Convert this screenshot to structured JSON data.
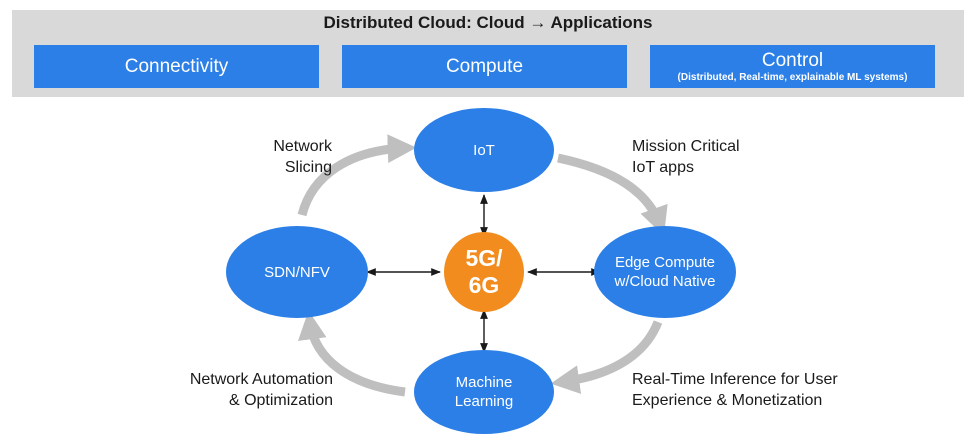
{
  "banner": {
    "title": "Distributed Cloud: Cloud → Applications",
    "pillars": [
      {
        "label": "Connectivity",
        "sub": ""
      },
      {
        "label": "Compute",
        "sub": ""
      },
      {
        "label": "Control",
        "sub": "(Distributed, Real-time, explainable ML systems)"
      }
    ]
  },
  "nodes": {
    "iot": "IoT",
    "edge": "Edge Compute\nw/Cloud Native",
    "ml": "Machine\nLearning",
    "sdn": "SDN/NFV",
    "center": "5G/\n6G"
  },
  "edge_labels": {
    "network_slicing": "Network\nSlicing",
    "mission_critical": "Mission Critical\nIoT apps",
    "real_time_inference": "Real-Time Inference for User\nExperience & Monetization",
    "network_automation": "Network Automation\n& Optimization"
  },
  "colors": {
    "banner_bg": "#d9d9d9",
    "pillar_blue": "#2b7fe6",
    "node_blue": "#2b7fe6",
    "center_orange": "#f28c1e",
    "cycle_arrow_gray": "#bfbfbf"
  }
}
